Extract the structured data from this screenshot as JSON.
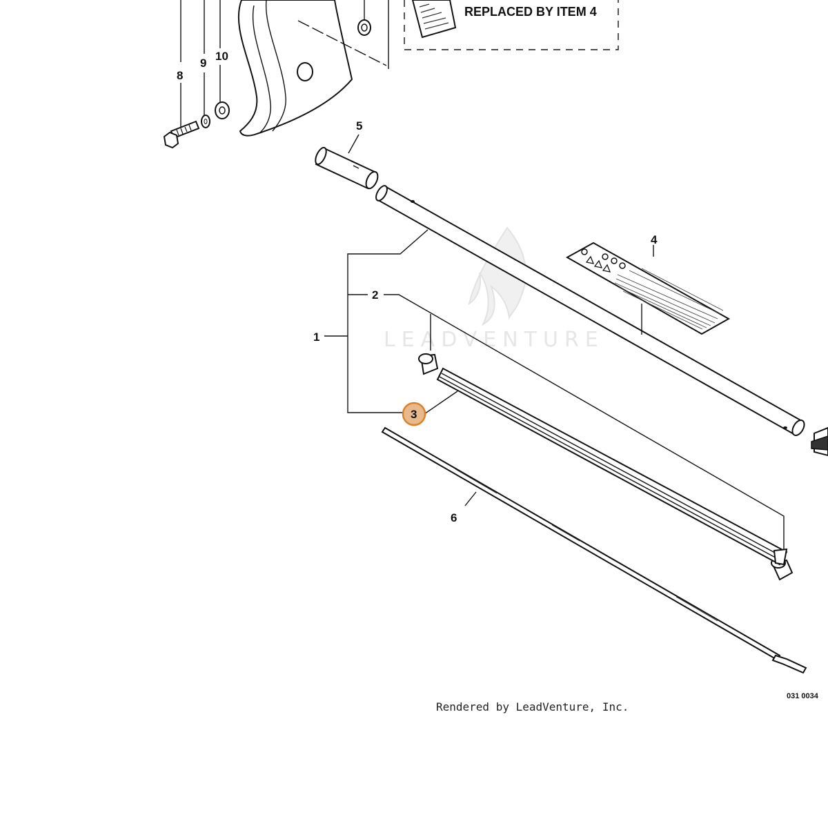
{
  "callout_box": {
    "text": "REPLACED BY ITEM 4"
  },
  "labels": {
    "item_1": "1",
    "item_2": "2",
    "item_3": "3",
    "item_4": "4",
    "item_5": "5",
    "item_6": "6",
    "item_8": "8",
    "item_9": "9",
    "item_10": "10"
  },
  "figure_code": "031 0034",
  "credit": "Rendered by LeadVenture, Inc.",
  "watermark": "LEADVENTURE",
  "highlight": {
    "item": "3",
    "color": "#e8b98c",
    "border": "#d9822b"
  }
}
